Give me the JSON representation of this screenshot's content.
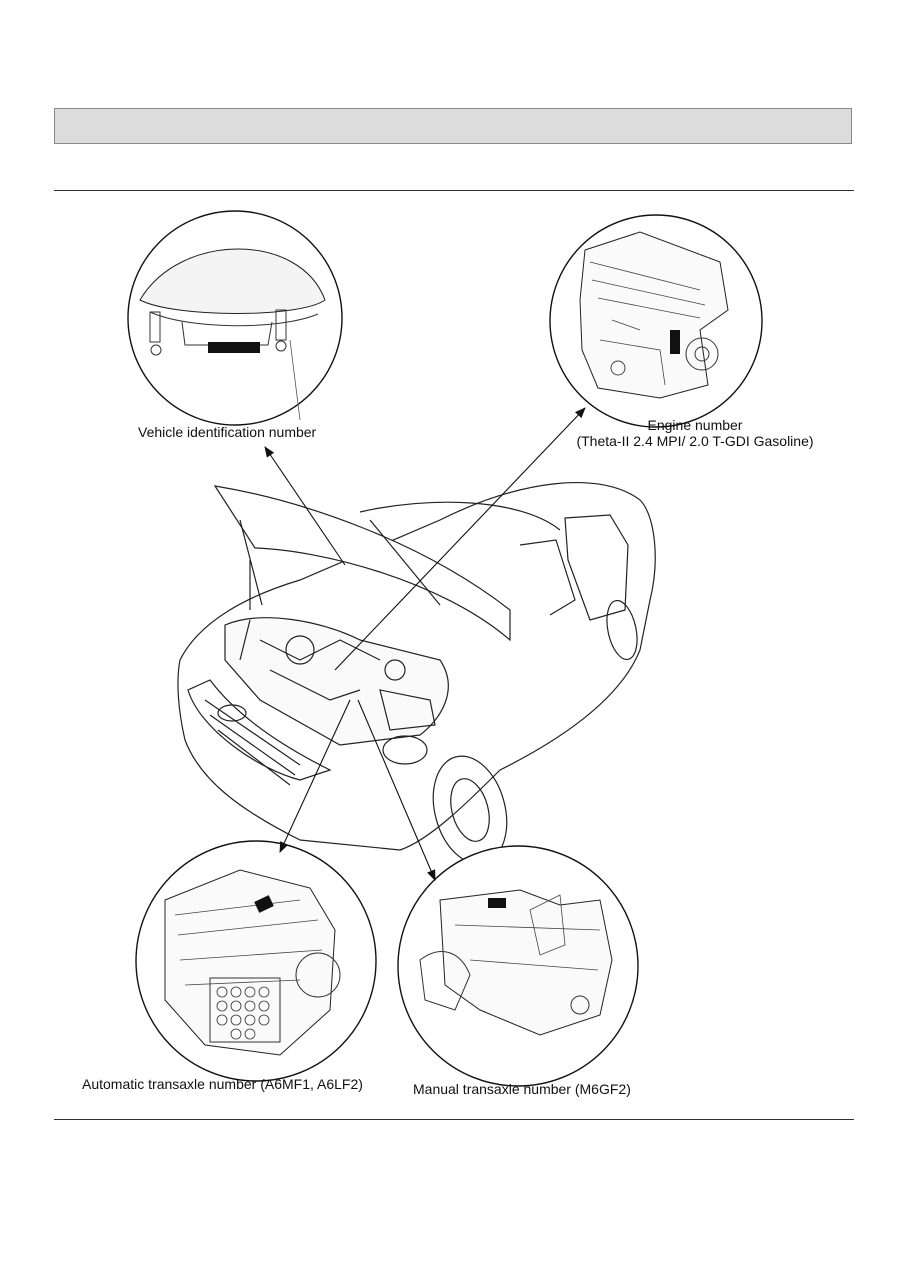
{
  "header": {
    "title": ""
  },
  "labels": {
    "vin": "Vehicle identification number",
    "engine_line1": "Engine number",
    "engine_line2": "(Theta-II 2.4 MPI/ 2.0 T-GDI Gasoline)",
    "automatic": "Automatic transaxle number (A6MF1, A6LF2)",
    "manual": "Manual transaxle number (M6GF2)"
  },
  "icons": [
    "vin-plate-detail",
    "engine-detail",
    "automatic-transaxle-detail",
    "manual-transaxle-detail",
    "vehicle-hood-open"
  ]
}
